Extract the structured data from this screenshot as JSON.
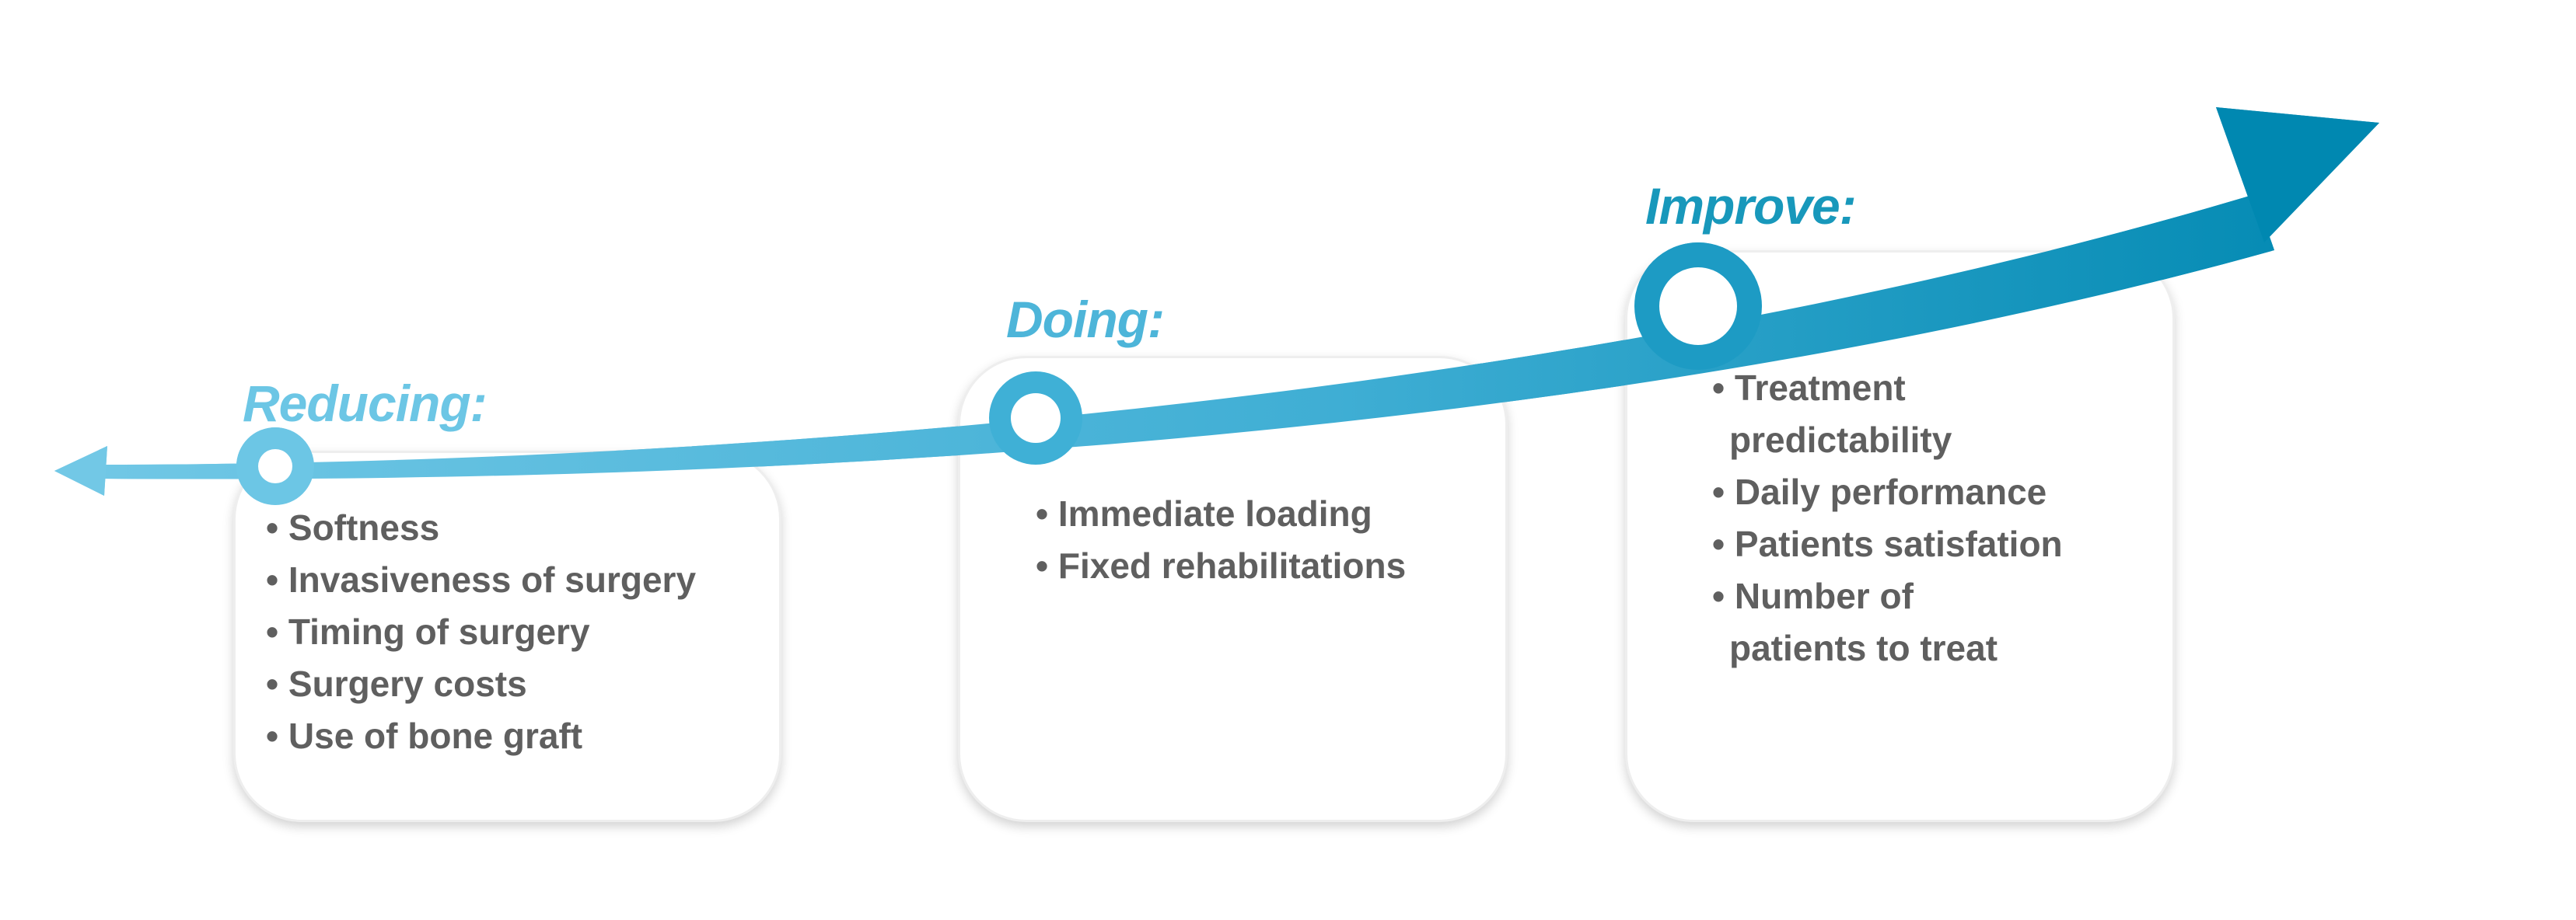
{
  "colors": {
    "arrow_start": "#72c8e6",
    "arrow_end": "#0088b1",
    "title_reducing": "#6cc6e5",
    "title_doing": "#4db5d9",
    "title_improve": "#1898bb",
    "bullet_text": "#5f5f5f"
  },
  "stages": {
    "reducing": {
      "title": "Reducing:",
      "items": [
        "• Softness",
        "•  Invasiveness of surgery",
        "•  Timing of surgery",
        "• Surgery costs",
        "• Use of bone graft"
      ]
    },
    "doing": {
      "title": "Doing:",
      "items": [
        "•  Immediate loading",
        "• Fixed rehabilitations"
      ]
    },
    "improve": {
      "title": "Improve:",
      "items": [
        "• Treatment",
        "predictability",
        "•  Daily performance",
        "• Patients satisfation",
        "• Number of",
        "patients to treat"
      ]
    }
  }
}
